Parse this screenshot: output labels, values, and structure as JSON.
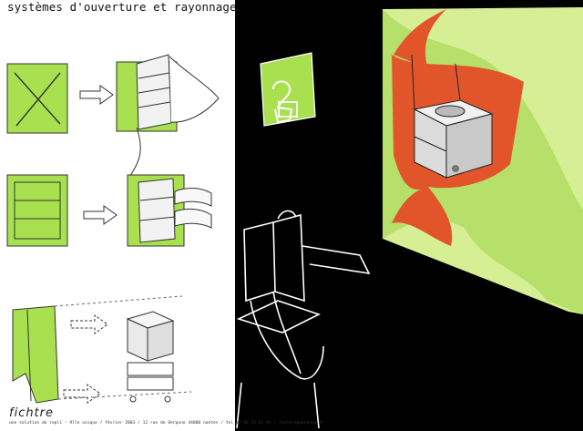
{
  "title": "systèmes d'ouverture et rayonnage",
  "brand": "fichtre",
  "credits": "une solution de repli - 9lle unique / février 2003 / 12 rue de Verpone 44000 nantes / tel 02 40 35 82 83 / fichtre@wanadoo.fr",
  "colors": {
    "green": "#a9e04f",
    "orange": "#e2552a",
    "black": "#000000",
    "white": "#ffffff"
  }
}
